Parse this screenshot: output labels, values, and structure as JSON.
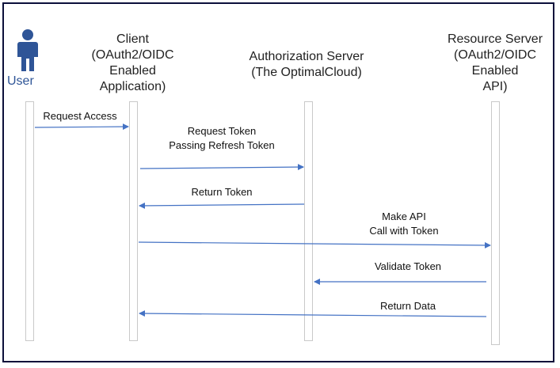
{
  "participants": {
    "user": "User",
    "client": "Client\n(OAuth2/OIDC\nEnabled\nApplication)",
    "auth": "Authorization Server\n(The OptimalCloud)",
    "resource": "Resource Server\n(OAuth2/OIDC\nEnabled\nAPI)"
  },
  "messages": {
    "m1": "Request Access",
    "m2": "Request Token\nPassing Refresh Token",
    "m3": "Return Token",
    "m4": "Make API\nCall with Token",
    "m5": "Validate Token",
    "m6": "Return Data"
  },
  "colors": {
    "border": "#0b0f3a",
    "arrow": "#4472c4",
    "user_icon": "#2f5597"
  },
  "icons": {
    "user": "person-icon"
  }
}
